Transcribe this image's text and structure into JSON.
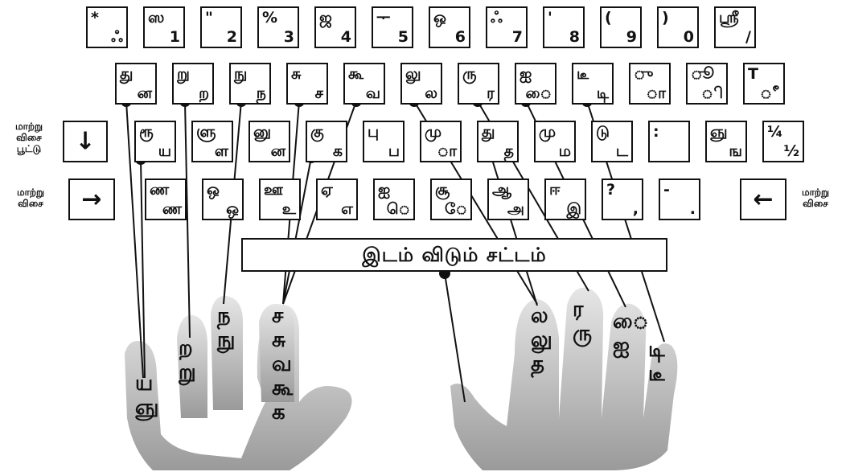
{
  "row1": [
    {
      "top": "*",
      "bot": "ஃ"
    },
    {
      "top": "ஸ",
      "bot": "1"
    },
    {
      "top": "\"",
      "bot": "2"
    },
    {
      "top": "%",
      "bot": "3"
    },
    {
      "top": "ஜ",
      "bot": "4"
    },
    {
      "top": "ᅮ",
      "bot": "5"
    },
    {
      "top": "ஒ",
      "bot": "6"
    },
    {
      "top": "ஃ",
      "bot": "7"
    },
    {
      "top": "'",
      "bot": "8"
    },
    {
      "top": "(",
      "bot": "9"
    },
    {
      "top": ")",
      "bot": "0"
    },
    {
      "top": "ஸ்ரீ",
      "bot": "/"
    }
  ],
  "row2": [
    {
      "top": "து",
      "bot": "ன"
    },
    {
      "top": "று",
      "bot": "ற"
    },
    {
      "top": "நு",
      "bot": "ந"
    },
    {
      "top": "சு",
      "bot": "ச"
    },
    {
      "top": "கூ",
      "bot": "வ"
    },
    {
      "top": "லு",
      "bot": "ல"
    },
    {
      "top": "ரு",
      "bot": "ர"
    },
    {
      "top": "ஐ",
      "bot": "ை"
    },
    {
      "top": "டீ",
      "bot": "டி"
    },
    {
      "top": "ு",
      "bot": "ா"
    },
    {
      "top": "ூ",
      "bot": "ி"
    },
    {
      "top": "T",
      "bot": "ீ"
    }
  ],
  "row3": [
    {
      "top": "ரூ",
      "bot": "ய"
    },
    {
      "top": "ளு",
      "bot": "ள"
    },
    {
      "top": "னு",
      "bot": "ன"
    },
    {
      "top": "கு",
      "bot": "க"
    },
    {
      "top": "பு",
      "bot": "ப"
    },
    {
      "top": "மு",
      "bot": "ா"
    },
    {
      "top": "து",
      "bot": "த"
    },
    {
      "top": "மு",
      "bot": "ம"
    },
    {
      "top": "டு",
      "bot": "ட"
    },
    {
      "top": ":",
      "bot": ""
    },
    {
      "top": "ஞு",
      "bot": "ங"
    },
    {
      "top": "¼",
      "bot": "½"
    }
  ],
  "row4": [
    {
      "top": "ண",
      "bot": "ண"
    },
    {
      "top": "ஒ",
      "bot": "ஒ"
    },
    {
      "top": "ஊ",
      "bot": "உ"
    },
    {
      "top": "ஏ",
      "bot": "எ"
    },
    {
      "top": "ஐ",
      "bot": "ெ"
    },
    {
      "top": "சூ",
      "bot": "ே"
    },
    {
      "top": "ஆ",
      "bot": "அ"
    },
    {
      "top": "ஈ",
      "bot": "இ"
    },
    {
      "top": "?",
      "bot": ","
    },
    {
      "top": "-",
      "bot": "."
    }
  ],
  "left_top_label": "மாற்று\nவிசை\nபூட்டு",
  "left_mid_label": "மாற்று\nவிசை",
  "right_mid_label": "மாற்று\nவிசை",
  "arrow_down": "↓",
  "arrow_right": "→",
  "arrow_left": "←",
  "spacebar": "இடம் விடும் சட்டம்",
  "fingers_left": [
    {
      "lines": [
        "ய",
        "ஞு"
      ]
    },
    {
      "lines": [
        "ற",
        "று"
      ]
    },
    {
      "lines": [
        "ந",
        "நு"
      ]
    },
    {
      "lines": [
        "ச",
        "சு",
        "வ",
        "கூ",
        "க"
      ]
    }
  ],
  "fingers_right": [
    {
      "lines": [
        "ல",
        "லு",
        "த"
      ]
    },
    {
      "lines": [
        "ர",
        "ரு"
      ]
    },
    {
      "lines": [
        "ை",
        "ஐ"
      ]
    },
    {
      "lines": [
        "டி",
        "டீ"
      ]
    }
  ]
}
